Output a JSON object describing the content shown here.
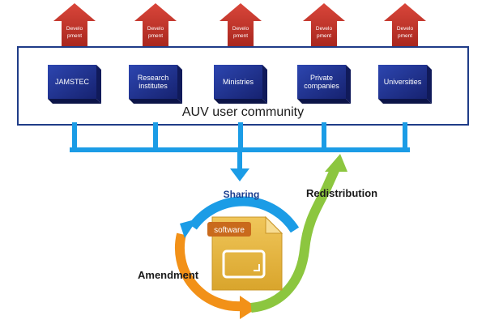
{
  "community": {
    "title": "AUV user community",
    "border_color": "#1f3c88"
  },
  "development_arrows": [
    {
      "lines": [
        "Develo",
        "pment"
      ]
    },
    {
      "lines": [
        "Develo",
        "pment"
      ]
    },
    {
      "lines": [
        "Develo",
        "pment"
      ]
    },
    {
      "lines": [
        "Develo",
        "pment"
      ]
    },
    {
      "lines": [
        "Develo",
        "pment"
      ]
    }
  ],
  "organizations": [
    {
      "lines": [
        "JAMSTEC"
      ]
    },
    {
      "lines": [
        "Research",
        "institutes"
      ]
    },
    {
      "lines": [
        "Ministries"
      ]
    },
    {
      "lines": [
        "Private",
        "companies"
      ]
    },
    {
      "lines": [
        "Universities"
      ]
    }
  ],
  "cycle": {
    "sharing": "Sharing",
    "redistribution": "Redistribution",
    "amendment": "Amendment",
    "software_label": "software"
  },
  "colors": {
    "arrow_red": "#c0392b",
    "box_blue": "#23338f",
    "connector_blue": "#1b9ce6",
    "cycle_blue": "#1b9ce6",
    "cycle_orange": "#f29118",
    "cycle_green": "#8cc63f",
    "doc_yellow": "#e6b43c",
    "doc_tab": "#c96a1c"
  },
  "icons": {
    "development": "up-arrow-icon",
    "document": "software-document-icon"
  }
}
